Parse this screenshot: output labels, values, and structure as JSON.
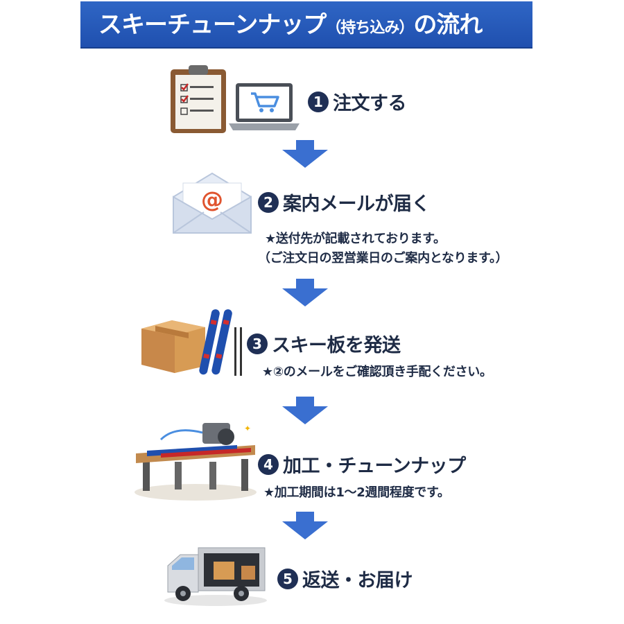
{
  "header": {
    "title_main": "スキーチューンナップ",
    "title_paren": "（持ち込み）",
    "title_end": "の流れ"
  },
  "steps": [
    {
      "number": "1",
      "title": "注文する",
      "notes": []
    },
    {
      "number": "2",
      "title": "案内メールが届く",
      "notes": [
        "★送付先が記載されております。",
        "（ご注文日の翌営業日のご案内となります。）"
      ]
    },
    {
      "number": "3",
      "title": "スキー板を発送",
      "notes": [
        "★②のメールをご確認頂き手配ください。"
      ]
    },
    {
      "number": "4",
      "title": "加工・チューンナップ",
      "notes": [
        "★加工期間は1～2週間程度です。"
      ]
    },
    {
      "number": "5",
      "title": "返送・お届け",
      "notes": []
    }
  ],
  "icons": {
    "email_symbol": "@"
  },
  "colors": {
    "header_bg": "#2a5cbf",
    "arrow": "#3a6fd0",
    "number_circle": "#1f2f55",
    "text": "#1e2b45"
  }
}
